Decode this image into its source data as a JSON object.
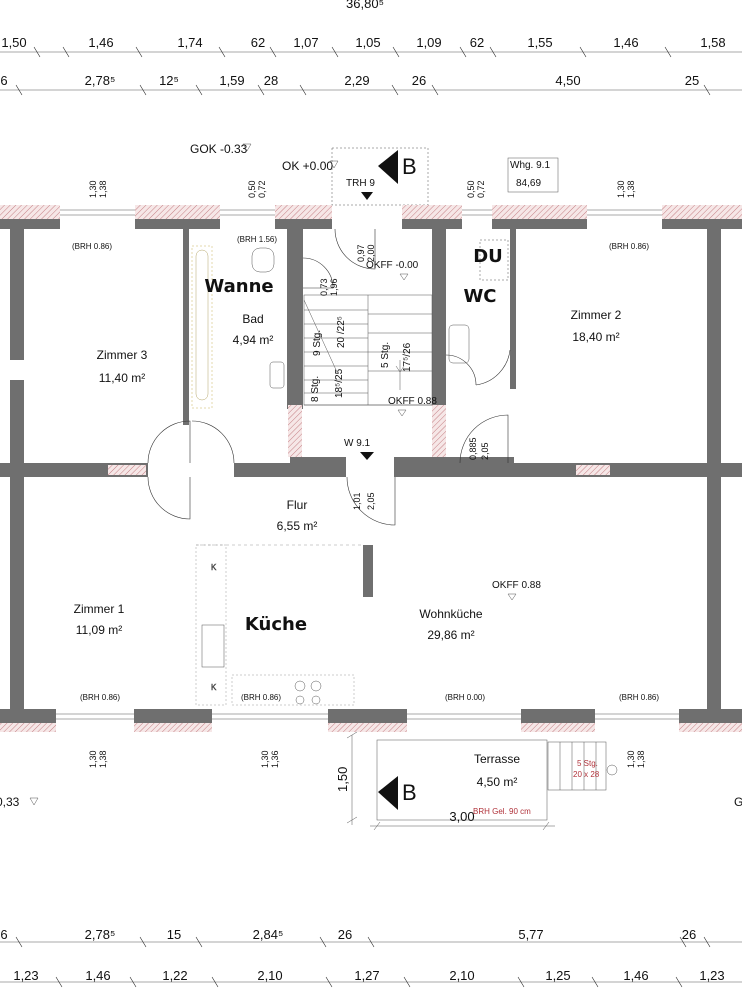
{
  "top_dims": {
    "total": "36,80⁵",
    "row1": [
      "1,50",
      "1,46",
      "1,74",
      "62",
      "1,07",
      "1,05",
      "1,09",
      "62",
      "1,55",
      "1,46",
      "1,58"
    ],
    "row2": [
      "6",
      "2,78⁵",
      "12⁵",
      "1,59",
      "28",
      "2,29",
      "26",
      "4,50",
      "25"
    ]
  },
  "bottom_dims": {
    "row1": [
      "6",
      "2,78⁵",
      "15",
      "2,84⁵",
      "26",
      "5,77",
      "26"
    ],
    "row2": [
      "1,23",
      "1,46",
      "1,22",
      "2,10",
      "1,27",
      "2,10",
      "1,25",
      "1,46",
      "1,23"
    ]
  },
  "levels": {
    "gok": "GOK -0.33",
    "ok": "OK +0.00",
    "section": "B",
    "trh": "TRH 9",
    "whg": "Whg. 9.1",
    "whg_area": "84,69",
    "okff_top": "OKFF -0.00",
    "okff_mid": "OKFF 0.88",
    "okff_kitchen": "OKFF 0.88",
    "w": "W 9.1",
    "left_level": "0,33",
    "right_level": "G"
  },
  "rooms": {
    "zimmer3": {
      "name": "Zimmer 3",
      "area": "11,40 m²"
    },
    "bad": {
      "name": "Bad",
      "area": "4,94 m²",
      "tag": "Wanne"
    },
    "du_wc": {
      "line1": "DU",
      "line2": "WC"
    },
    "zimmer2": {
      "name": "Zimmer 2",
      "area": "18,40 m²"
    },
    "flur": {
      "name": "Flur",
      "area": "6,55 m²"
    },
    "zimmer1": {
      "name": "Zimmer 1",
      "area": "11,09 m²"
    },
    "kueche": {
      "tag": "Küche"
    },
    "wohnkueche": {
      "name": "Wohnküche",
      "area": "29,86 m²"
    },
    "terrasse": {
      "name": "Terrasse",
      "area": "4,50 m²",
      "note": "BRH Gel. 90 cm",
      "steps": "5 Stg.",
      "step_size": "20 x 28"
    }
  },
  "stairs": {
    "s9": "9 Stg.",
    "s9_size": "20 /22⁵",
    "s5": "5 Stg.",
    "s5_size": "17⁵/26",
    "s8": "8 Stg.",
    "s8_size": "18⁵/25"
  },
  "brh": {
    "z3": "(BRH 0.86)",
    "bad": "(BRH 1.56)",
    "z2": "(BRH 0.86)",
    "z1": "(BRH 0.86)",
    "kueche": "(BRH 0.86)",
    "wohn1": "(BRH 0.00)",
    "wohn2": "(BRH 0.86)"
  },
  "openings": {
    "w1_a": "1,30",
    "w1_b": "1,38",
    "w2_a": "0,50",
    "w2_b": "0,72",
    "w3_a": "0,50",
    "w3_b": "0,72",
    "w4_a": "1,30",
    "w4_b": "1,38",
    "d_entry_a": "0,97",
    "d_entry_b": "2,00",
    "d_wc_a": "0,73",
    "d_wc_b": "1,96",
    "d_z2_a": "0,885",
    "d_z2_b": "2,05",
    "d_wohn_a": "1,01",
    "d_wohn_b": "2,05",
    "bw1_a": "1,30",
    "bw1_b": "1,38",
    "bw2_a": "1,30",
    "bw2_b": "1,36",
    "bw3_a": "1,30",
    "bw3_b": "1,38",
    "terr_depth": "1,50",
    "terr_width": "3,00"
  },
  "kitchen_marks": {
    "k1": "K",
    "k2": "K"
  }
}
